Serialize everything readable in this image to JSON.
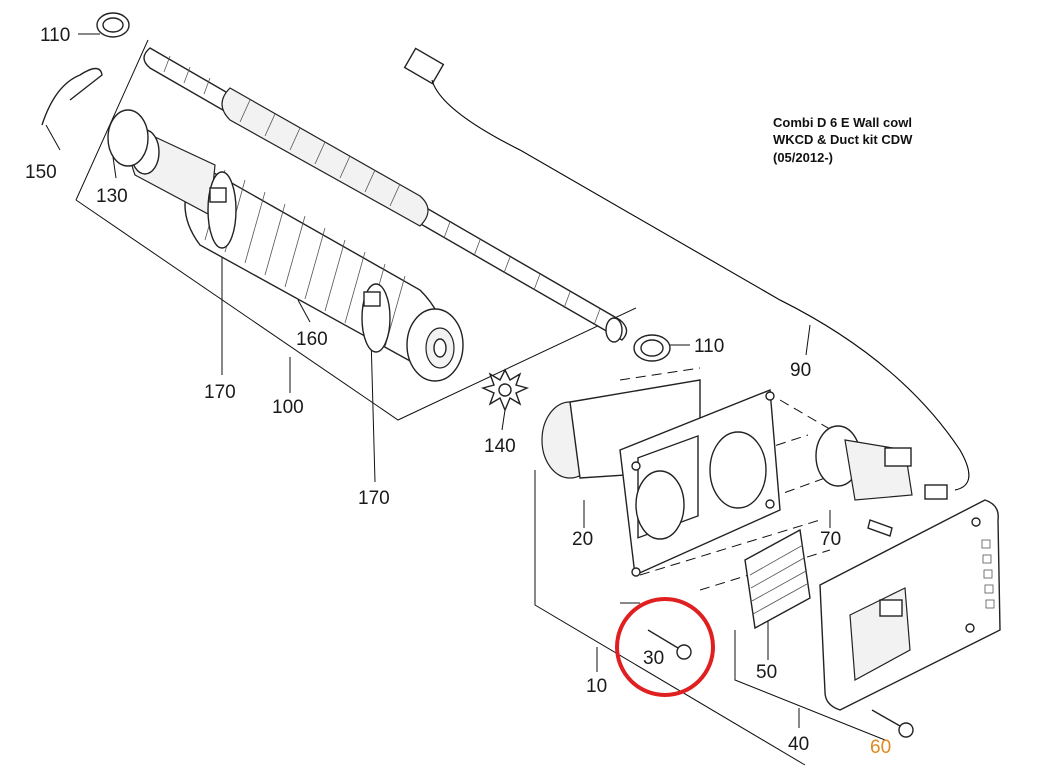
{
  "title": {
    "lines": [
      "Combi D 6 E Wall cowl",
      "WKCD & Duct kit CDW",
      "(05/2012-)"
    ]
  },
  "labels": {
    "p110_top": "110",
    "p150": "150",
    "p130": "130",
    "p160": "160",
    "p170_left": "170",
    "p100": "100",
    "p110_right": "110",
    "p90": "90",
    "p140": "140",
    "p170_bottom": "170",
    "p20": "20",
    "p70": "70",
    "p30": "30",
    "p50": "50",
    "p10": "10",
    "p40": "40",
    "p60": "60"
  },
  "colors": {
    "highlight_circle": "#e02020",
    "accent_label": "#e0891f"
  }
}
